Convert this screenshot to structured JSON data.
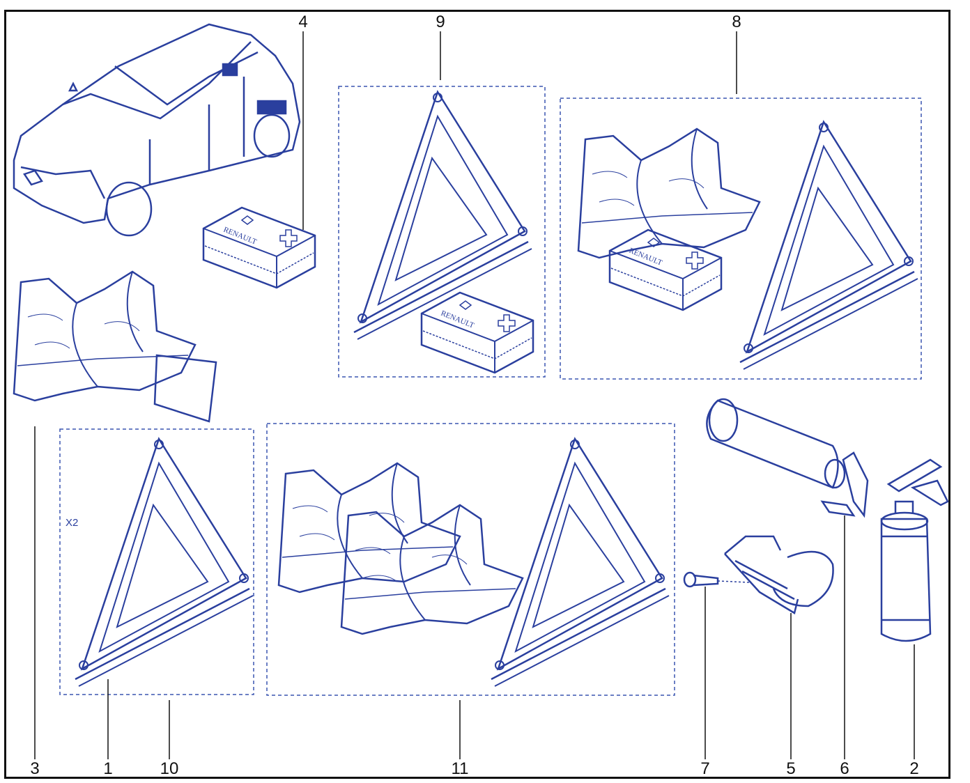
{
  "callouts": {
    "c1": "1",
    "c2": "2",
    "c3": "3",
    "c4": "4",
    "c5": "5",
    "c6": "6",
    "c7": "7",
    "c8": "8",
    "c9": "9",
    "c10": "10",
    "c11": "11"
  },
  "multiplier": "X2",
  "packaging_text": {
    "first_aid_brand": "RENAULT"
  },
  "colors": {
    "line_art": "#2a3f9e",
    "frame": "#111111",
    "box_dash": "#3a55b0"
  }
}
